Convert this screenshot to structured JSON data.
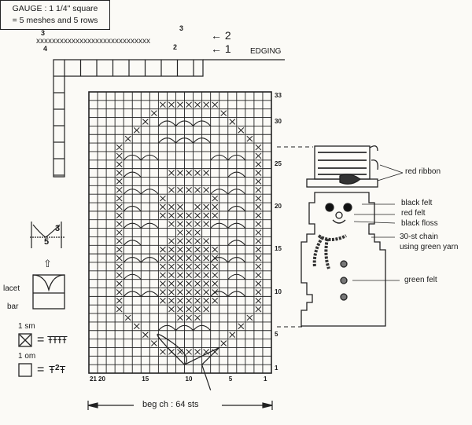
{
  "edging": {
    "title": "EDGING",
    "row_labels": [
      "2",
      "1"
    ],
    "stitch_counts": [
      "3",
      "3",
      "4",
      "2"
    ]
  },
  "gauge": {
    "line1": "GAUGE : 1 1/4\" square",
    "line2": "= 5 meshes and 5 rows"
  },
  "legend": {
    "lacet_numbers": [
      "3",
      "5"
    ],
    "lacet": "lacet",
    "bar": "bar",
    "solid_mesh": "1 sm",
    "open_mesh": "1 om",
    "equals": "=",
    "open_mesh_chain": "2"
  },
  "grid": {
    "columns": 21,
    "rows": 33,
    "row_numbers": [
      "33",
      "30",
      "25",
      "20",
      "15",
      "10",
      "5",
      "1"
    ],
    "column_numbers": [
      "21",
      "20",
      "15",
      "10",
      "5",
      "1"
    ],
    "beginning_chain": "beg ch : 64 sts"
  },
  "snowman_labels": {
    "red_ribbon": "red ribbon",
    "black_felt": "black felt",
    "red_felt": "red felt",
    "black_floss": "black floss",
    "chain_line1": "30-st chain",
    "chain_line2": "using green yarn",
    "green_felt": "green felt"
  }
}
